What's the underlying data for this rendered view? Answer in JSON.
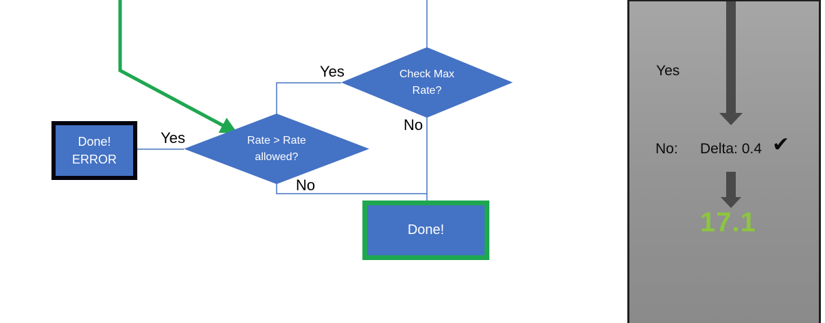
{
  "flowchart": {
    "diamond_check_max": {
      "line1": "Check Max",
      "line2": "Rate?"
    },
    "diamond_rate": {
      "line1": "Rate > Rate",
      "line2": "allowed?"
    },
    "box_done_error": {
      "line1": "Done!",
      "line2": "ERROR"
    },
    "box_done": {
      "label": "Done!"
    },
    "labels": {
      "yes_top": "Yes",
      "no_top": "No",
      "yes_left": "Yes",
      "no_bottom": "No"
    }
  },
  "side_panel": {
    "yes_label": "Yes",
    "no_label": "No:",
    "delta_label": "Delta: 0.4",
    "check_icon": "✔",
    "result_value": "17.1"
  },
  "colors": {
    "shape_blue": "#4472C4",
    "connector_blue": "#4472C4",
    "flow_green": "#1FA750",
    "result_green": "#8CC63E",
    "arrow_gray": "#4A4A4A",
    "panel_gray": "#949494"
  }
}
